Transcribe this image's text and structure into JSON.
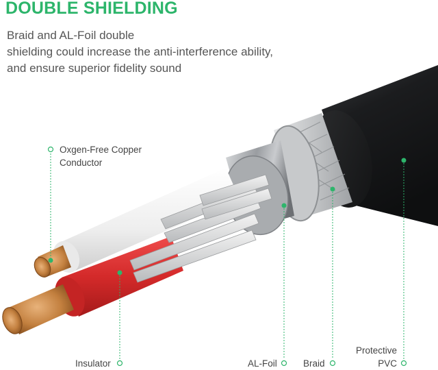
{
  "heading": "DOUBLE SHIELDING",
  "description": [
    "Braid and AL-Foil double",
    "shielding could increase the anti-interference ability,",
    "and ensure superior fidelity sound"
  ],
  "callouts": {
    "conductor": [
      "Oxgen-Free Copper",
      "Conductor"
    ],
    "insulator": "Insulator",
    "al_foil": "AL-Foil",
    "braid": "Braid",
    "pvc": [
      "Protective",
      "PVC"
    ]
  },
  "colors": {
    "accent": "#2db56b",
    "text": "#555555",
    "jacket": "#1e1f21",
    "foil": "#b9bcbf",
    "insulator_red": "#d42a2a",
    "insulator_white": "#f2f2f2",
    "copper": "#c98a4e"
  }
}
